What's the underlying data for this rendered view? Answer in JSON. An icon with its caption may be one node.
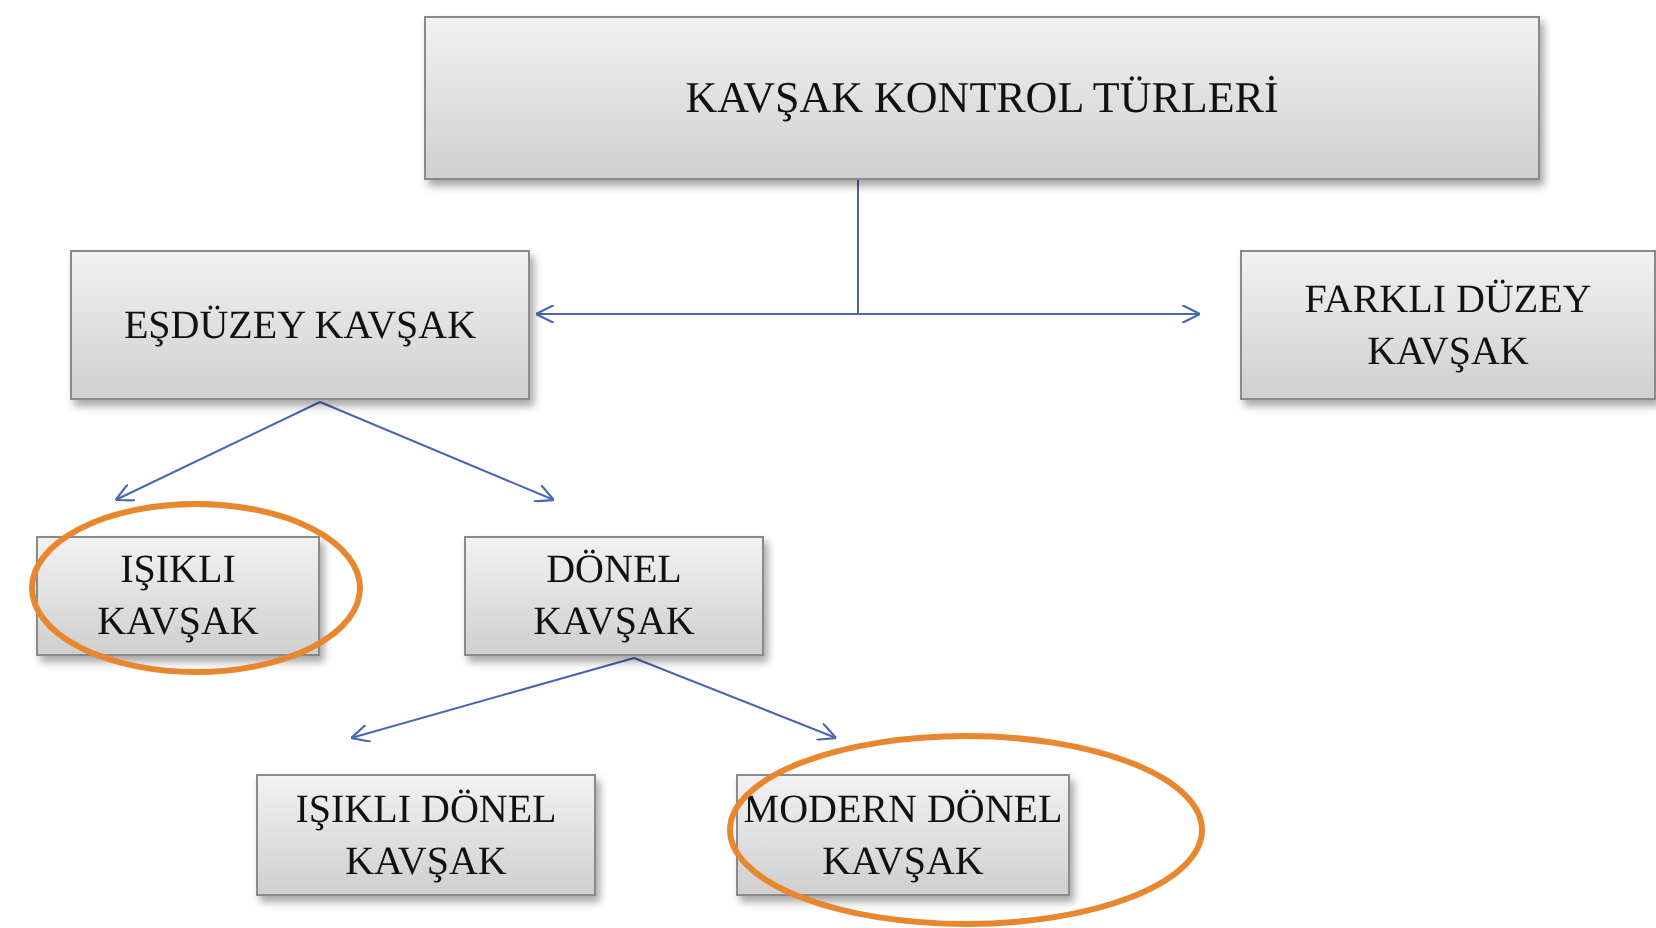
{
  "diagram": {
    "nodes": [
      {
        "text": [
          "KAVŞAK KONTROL TÜRLERİ"
        ]
      },
      {
        "text": [
          "EŞDÜZEY KAVŞAK"
        ]
      },
      {
        "text": [
          "FARKLI DÜZEY KAVŞAK"
        ]
      },
      {
        "text": [
          "IŞIKLI KAVŞAK"
        ]
      },
      {
        "text": [
          "DÖNEL KAVŞAK"
        ]
      },
      {
        "text": [
          "IŞIKLI DÖNEL KAVŞAK"
        ]
      },
      {
        "text": [
          "MODERN DÖNEL KAVŞAK"
        ]
      }
    ],
    "edges": [
      {
        "from": 0,
        "to": 1,
        "arrow": "to"
      },
      {
        "from": 0,
        "to": 2,
        "arrow": "to"
      },
      {
        "from": 1,
        "to": 3,
        "arrow": "to"
      },
      {
        "from": 1,
        "to": 4,
        "arrow": "to"
      },
      {
        "from": 4,
        "to": 5,
        "arrow": "to"
      },
      {
        "from": 4,
        "to": 6,
        "arrow": "to"
      }
    ]
  }
}
